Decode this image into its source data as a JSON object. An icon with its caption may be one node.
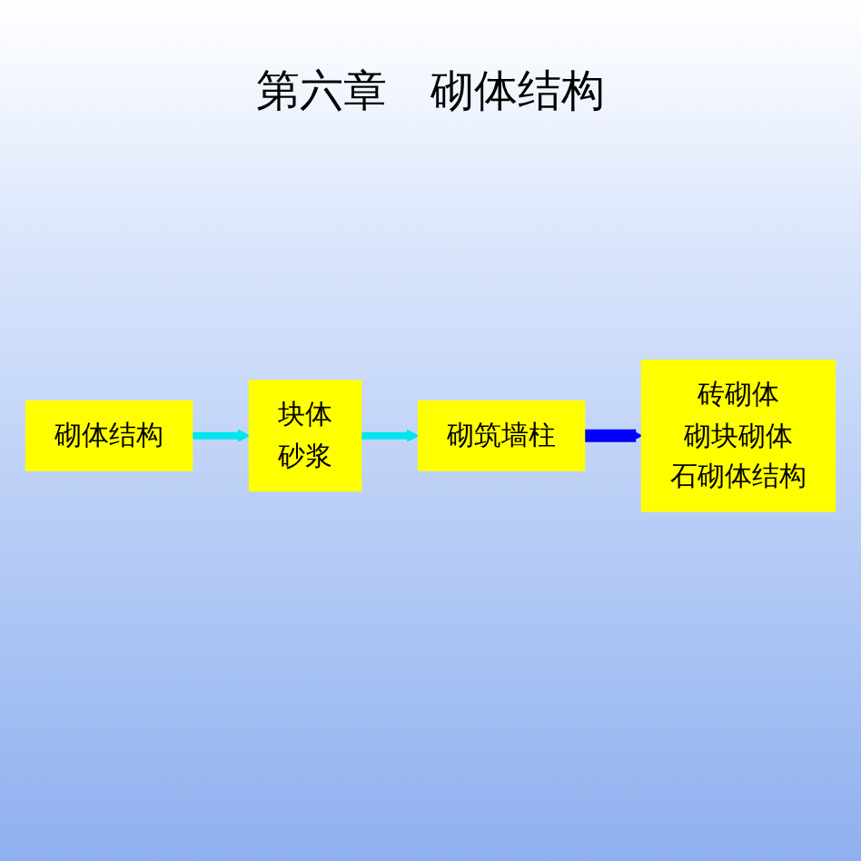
{
  "diagram": {
    "title": "第六章　砌体结构",
    "nodes": [
      {
        "text": [
          "砌体结构"
        ]
      },
      {
        "text": [
          "块体",
          "砂浆"
        ]
      },
      {
        "text": [
          "砌筑墙柱"
        ]
      },
      {
        "text": [
          "砖砌体",
          "砌块砌体",
          "石砌体结构"
        ]
      }
    ],
    "edges": [
      {
        "from": 0,
        "to": 1,
        "arrow": "to"
      },
      {
        "from": 1,
        "to": 2,
        "arrow": "to"
      },
      {
        "from": 2,
        "to": 3,
        "arrow": "to",
        "style": "thick",
        "color": "#0000ff"
      }
    ]
  }
}
